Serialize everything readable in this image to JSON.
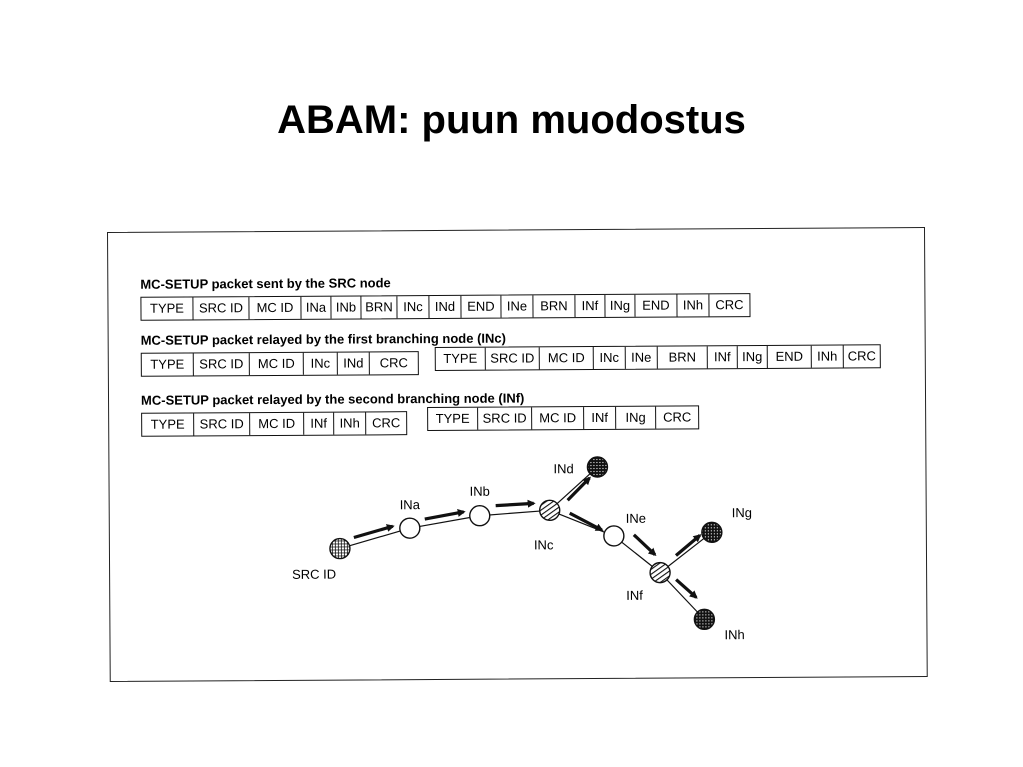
{
  "slide": {
    "title": "ABAM: puun muodostus"
  },
  "figure": {
    "rows": [
      {
        "caption": "MC-SETUP packet sent by the SRC node",
        "packets": [
          {
            "fields": [
              "TYPE",
              "SRC ID",
              "MC ID",
              "INa",
              "INb",
              "BRN",
              "INc",
              "INd",
              "END",
              "INe",
              "BRN",
              "INf",
              "INg",
              "END",
              "INh",
              "CRC"
            ]
          }
        ]
      },
      {
        "caption": "MC-SETUP packet relayed by the first branching node (INc)",
        "packets": [
          {
            "fields": [
              "TYPE",
              "SRC ID",
              "MC ID",
              "INc",
              "INd",
              "CRC"
            ]
          },
          {
            "fields": [
              "TYPE",
              "SRC ID",
              "MC ID",
              "INc",
              "INe",
              "BRN",
              "INf",
              "INg",
              "END",
              "INh",
              "CRC"
            ]
          }
        ]
      },
      {
        "caption": "MC-SETUP packet relayed by the second branching node (INf)",
        "packets": [
          {
            "fields": [
              "TYPE",
              "SRC ID",
              "MC ID",
              "INf",
              "INh",
              "CRC"
            ]
          },
          {
            "fields": [
              "TYPE",
              "SRC ID",
              "MC ID",
              "INf",
              "INg",
              "CRC"
            ]
          }
        ]
      }
    ],
    "nodes": {
      "src": "SRC ID",
      "ina": "INa",
      "inb": "INb",
      "inc": "INc",
      "ind": "INd",
      "ine": "INe",
      "inf": "INf",
      "ing": "INg",
      "inh": "INh"
    },
    "colors": {
      "ink": "#111111",
      "node_fill": "#ffffff"
    }
  }
}
